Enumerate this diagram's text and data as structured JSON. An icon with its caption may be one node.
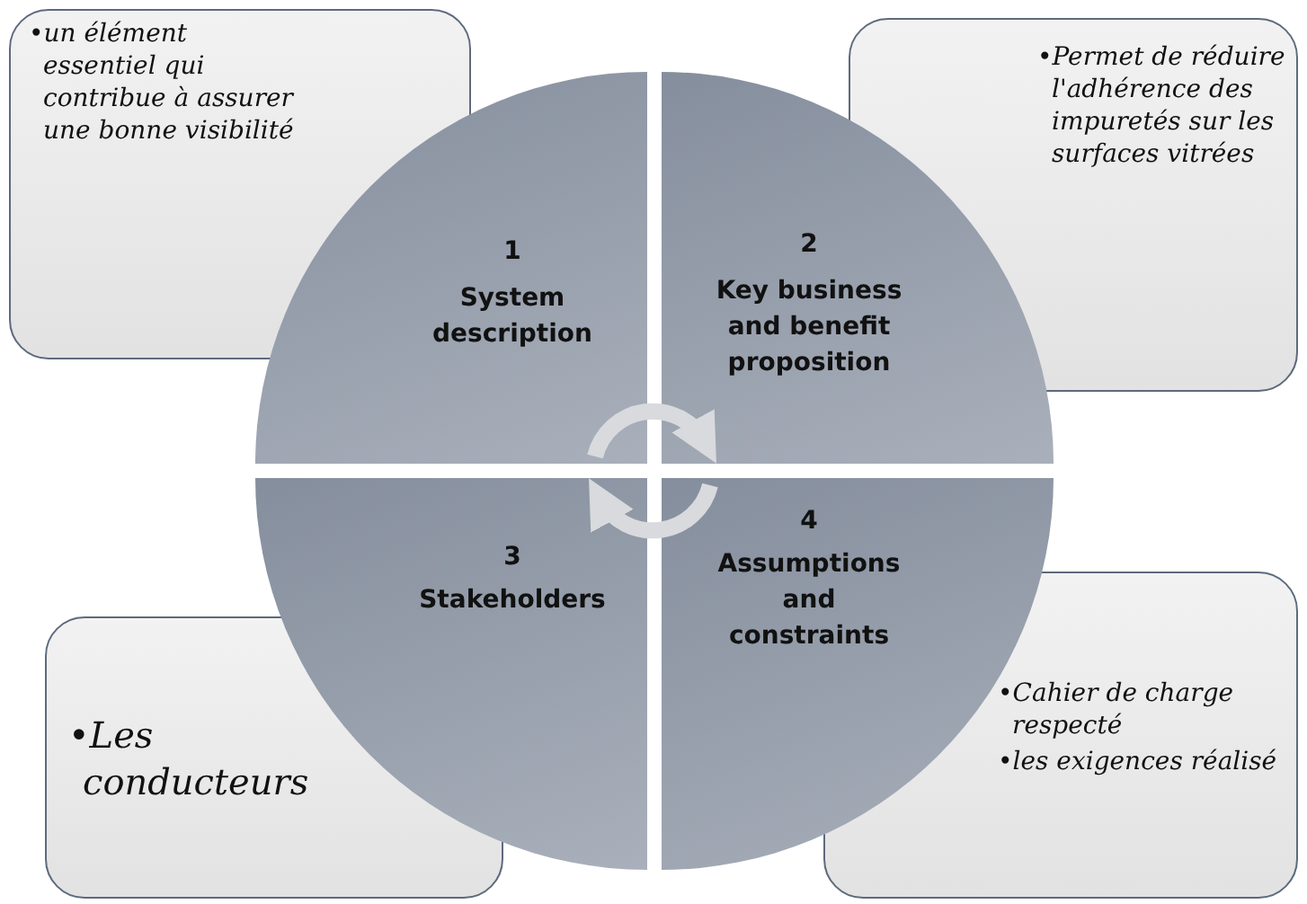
{
  "diagram": {
    "nodes": [
      {
        "text": [
          "•un élément essentiel qui contribue à assurer une bonne visibilité"
        ]
      },
      {
        "text": [
          "1",
          "System description"
        ]
      },
      {
        "text": [
          "2",
          "Key business and benefit proposition"
        ]
      },
      {
        "text": [
          "•Permet de réduire l'adhérence des impuretés sur les surfaces vitrées"
        ]
      },
      {
        "text": [
          "3",
          "Stakeholders"
        ]
      },
      {
        "text": [
          "4",
          "Assumptions and constraints"
        ]
      },
      {
        "text": [
          "•Les conducteurs"
        ]
      },
      {
        "text": [
          "•Cahier de charge respecté",
          "•les exigences réalisé"
        ]
      }
    ],
    "edges": [
      {
        "from": 1,
        "to": 2,
        "arrow": "to"
      },
      {
        "from": 5,
        "to": 4,
        "arrow": "to"
      }
    ]
  }
}
